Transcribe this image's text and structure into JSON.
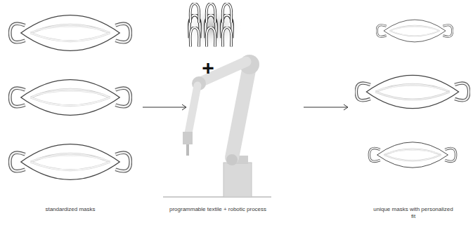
{
  "diagram": {
    "labels": [
      "standardized masks",
      "+",
      "programmable textile + robotic process",
      "unique masks with personalized fit"
    ]
  }
}
